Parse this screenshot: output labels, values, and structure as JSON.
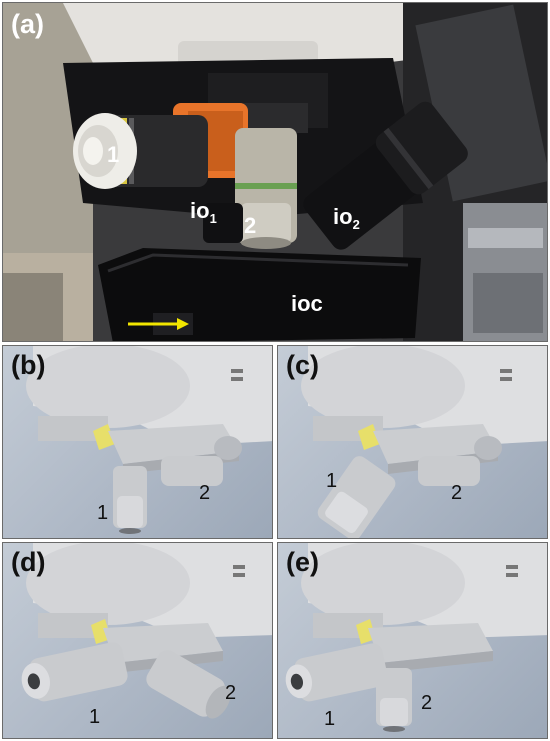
{
  "panels": {
    "a": {
      "label": "(a)",
      "obj1": "1",
      "obj2": "2",
      "io1": "io",
      "io1_sub": "1",
      "io2": "io",
      "io2_sub": "2",
      "ioc": "ioc"
    },
    "b": {
      "label": "(b)",
      "obj1": "1",
      "obj2": "2"
    },
    "c": {
      "label": "(c)",
      "obj1": "1",
      "obj2": "2"
    },
    "d": {
      "label": "(d)",
      "obj1": "1",
      "obj2": "2"
    },
    "e": {
      "label": "(e)",
      "obj1": "1",
      "obj2": "2"
    }
  },
  "colors": {
    "arrow": "#f2e600",
    "photo_background": "#2a2a2c",
    "orange_collar": "#e8742a",
    "render_background": "#b4bdc9",
    "highlight_block": "#e7df6a"
  }
}
